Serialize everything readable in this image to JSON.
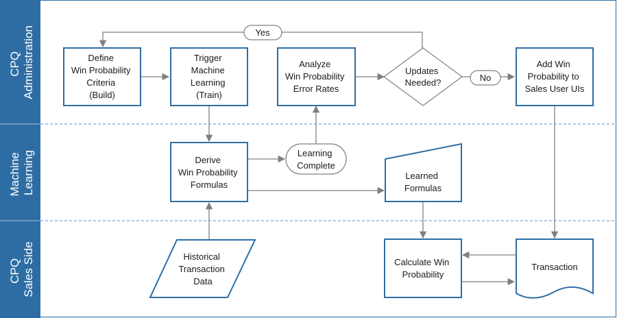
{
  "lanes": [
    {
      "id": "admin",
      "label_lines": [
        "CPQ",
        "Administration"
      ]
    },
    {
      "id": "ml",
      "label_lines": [
        "Machine",
        "Learning"
      ]
    },
    {
      "id": "sales",
      "label_lines": [
        "CPQ",
        "Sales Side"
      ]
    }
  ],
  "nodes": {
    "define": {
      "lines": [
        "Define",
        "Win Probability",
        "Criteria",
        "(Build)"
      ]
    },
    "trigger": {
      "lines": [
        "Trigger",
        "Machine",
        "Learning",
        "(Train)"
      ]
    },
    "analyze": {
      "lines": [
        "Analyze",
        "Win Probability",
        "Error Rates"
      ]
    },
    "updates": {
      "lines": [
        "Updates",
        "Needed?"
      ]
    },
    "add": {
      "lines": [
        "Add Win",
        "Probability to",
        "Sales User UIs"
      ]
    },
    "derive": {
      "lines": [
        "Derive",
        "Win Probability",
        "Formulas"
      ]
    },
    "complete": {
      "lines": [
        "Learning",
        "Complete"
      ]
    },
    "learned": {
      "lines": [
        "Learned",
        "Formulas"
      ]
    },
    "historical": {
      "lines": [
        "Historical",
        "Transaction",
        "Data"
      ]
    },
    "calculate": {
      "lines": [
        "Calculate Win",
        "Probability"
      ]
    },
    "transaction": {
      "lines": [
        "Transaction"
      ]
    }
  },
  "decision_labels": {
    "yes": "Yes",
    "no": "No"
  }
}
